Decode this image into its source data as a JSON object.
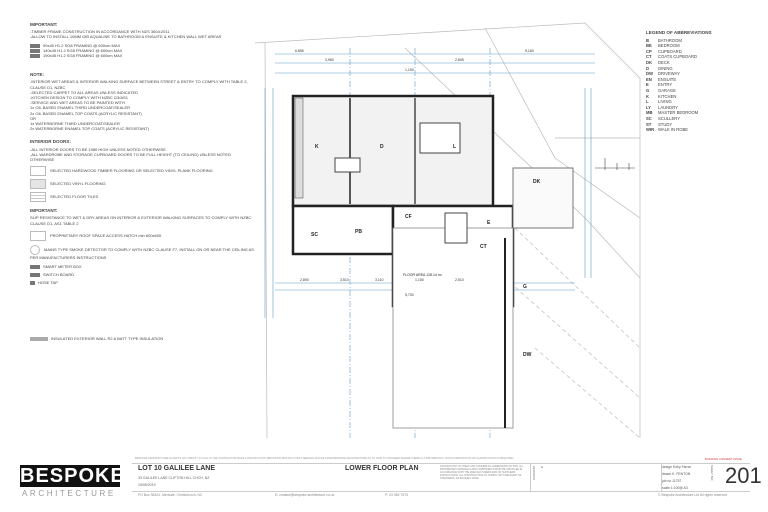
{
  "notes": {
    "important_title": "IMPORTANT:",
    "important_lines": [
      "-TIMBER FRAME CONSTRUCTION IN ACCORDANCE WITH NZS 3604:2011",
      "-ALLOW TO INSTALL 10MM GIB AQUALINE TO BATHROOM & ENSUITE & KITCHEN WALL WET AREAS"
    ],
    "framing": [
      "90x45 H1.2 SG8 FRAMING @ 600cm MAX",
      "140x45 H1.2 SG8 FRAMING @ 600cm MAX",
      "190x45 H1.2 SG8 FRAMING @ 600cm MAX"
    ],
    "note_title": "NOTE:",
    "note_lines": [
      "-INTERIOR WET AREAS & INTERIOR WALKING SURFACE BETWEEN STREET & ENTRY TO COMPLY WITH TABLE 2, CLAUSE D1, NZBC",
      "-SELECTED CARPET TO ALL AREAS UNLESS INDICATED",
      "-KITCHEN DESIGN TO COMPLY WITH NZBC G3/AS1",
      "-SERVICE AND WET AREAS TO BE PAINTED WITH",
      "1x OIL BASED ENAMEL THIRD UNDERCOAT/SEALER",
      "2x OIL BASED ENAMEL TOP COATS (ACRYLIC RESISTANT)",
      "OR",
      "1x WATERBORNE THIRD UNDERCOAT/SEALER",
      "2x WATERBORNE ENAMEL TOP COATS (ACRYLIC RESISTANT)"
    ],
    "doors_title": "INTERIOR DOORS:",
    "doors_lines": [
      "-ALL INTERIOR DOORS TO BE 1980 HIGH UNLESS NOTED OTHERWISE",
      "-ALL WARDROBE AND STORAGE CUPBOARD DOORS TO BE FULL HEIGHT (TO CEILING) UNLESS NOTED OTHERWISE"
    ],
    "floors": [
      "SELECTED HARDWOOD TIMBER FLOORING OR SELECTED VINYL PLANK FLOORING",
      "SELECTED VINYL FLOORING",
      "SELECTED FLOOR TILES"
    ],
    "important2_title": "IMPORTANT:",
    "important2_lines": [
      "SLIP RESISTANCE TO WET & DRY AREAS ON INTERIOR & EXTERIOR WALKING SURFACES TO COMPLY WITH NZBC CLAUSE D1, AS1 TABLE 2"
    ],
    "symbols": [
      "PROPRIETARY ROOF SPACE ACCESS HATCH min 600x600",
      "MAINS TYPE SMOKE DETECTOR TO COMPLY WITH NZBC CLAUSE F7, INSTALL ON OR NEAR THE CEILING AS PER MANUFACTURERS INSTRUCTIONS",
      "SMART METER BOX",
      "SWITCH BOARD",
      "HOSE TAP"
    ],
    "insulation": "INSULATED EXTERIOR WALL R2.6 BATT TYPE INSULATION"
  },
  "legend": {
    "title": "LEGEND OF ABBREVIATIONS",
    "items": [
      [
        "B",
        "BATHROOM"
      ],
      [
        "BE",
        "BEDROOM"
      ],
      [
        "CP",
        "CUPBOARD"
      ],
      [
        "CT",
        "COATS CUPBOARD"
      ],
      [
        "DK",
        "DECK"
      ],
      [
        "D",
        "DINING"
      ],
      [
        "DW",
        "DRIVEWAY"
      ],
      [
        "EN",
        "ENSUITE"
      ],
      [
        "E",
        "ENTRY"
      ],
      [
        "G",
        "GARAGE"
      ],
      [
        "K",
        "KITCHEN"
      ],
      [
        "L",
        "LIVING"
      ],
      [
        "LY",
        "LAUNDRY"
      ],
      [
        "MB",
        "MASTER BEDROOM"
      ],
      [
        "SC",
        "SCULLERY"
      ],
      [
        "ST",
        "STUDY"
      ],
      [
        "WIR",
        "WALK IN ROBE"
      ]
    ]
  },
  "plan": {
    "rooms": {
      "k": "K",
      "d": "D",
      "l": "L",
      "dk": "DK",
      "sc": "SC",
      "pb": "PB",
      "cf": "CF",
      "e": "E",
      "ct": "CT",
      "g": "G",
      "dw": "DW"
    },
    "floor_area": "FLOOR AREA 128.14 m²",
    "dims_top": [
      "6,855",
      "3,960",
      "1,150",
      "2,805",
      "5,160"
    ],
    "dims_bottom": [
      "2,890",
      "3,510",
      "3,110",
      "1,150",
      "2,510",
      "5,700"
    ]
  },
  "title_block": {
    "disclaimer": "BESPOKE ARCHITECTURE ACCEPTS NO LIABILITY IN FULL IF THE CONTRACTOR MAKE CONSTRUCTION DECISIONS WITHOUT FIRST SEEKING ADVICE FROM BESPOKE ARCHITECTURE AS TO HOW TO PROCEED WHERE THERE IS A DISCREPANCY IN DOCUMENTATION OR CLARIFICATION IS REQUIRED",
    "consent": "BUILDING CONSENT ISSUE",
    "logo": "BESPOKE",
    "logo_sub": "ARCHITECTURE",
    "project": "LOT 10 GALILEE LANE",
    "address": "33 GALILEE LANE CLIFTON HILL CHCH, NZ",
    "date": "15/05/2019",
    "sheet_title": "LOWER FLOOR PLAN",
    "contractor_note": "CONTRACTOR TO CHECK AND CONFIRM ALL DIMENSIONS ON SITE. ALL PROPRIETARY MATERIALS AND COMPONENTS MUST BE INSTALLED IN ACCORDANCE WITH THE MANUFACTURERS AND OR SUPPLIERS INSTRUCTIONS. ALL CONSTRUCTION TO COMPLY WITH RELEVANT NZ STANDARDS, NZ BUILDING CODE.",
    "revisions_label": "REVISIONS",
    "rev_letter": "A",
    "design": "design  Kirby Farrar",
    "drawn": "drawn  K. FENTON",
    "job": "job no  J1757",
    "scale": "scale  1:100@ A3",
    "sheet_label": "SHEET NO",
    "sheet_no": "201",
    "po_box": "PO Box 36324, Merivale, Christchurch, NZ",
    "email": "E: contact@bespoke-architecture.co.nz",
    "phone": "P: 03 982 7575",
    "copyright": "© Bespoke Architecture Ltd   All rights reserved"
  }
}
